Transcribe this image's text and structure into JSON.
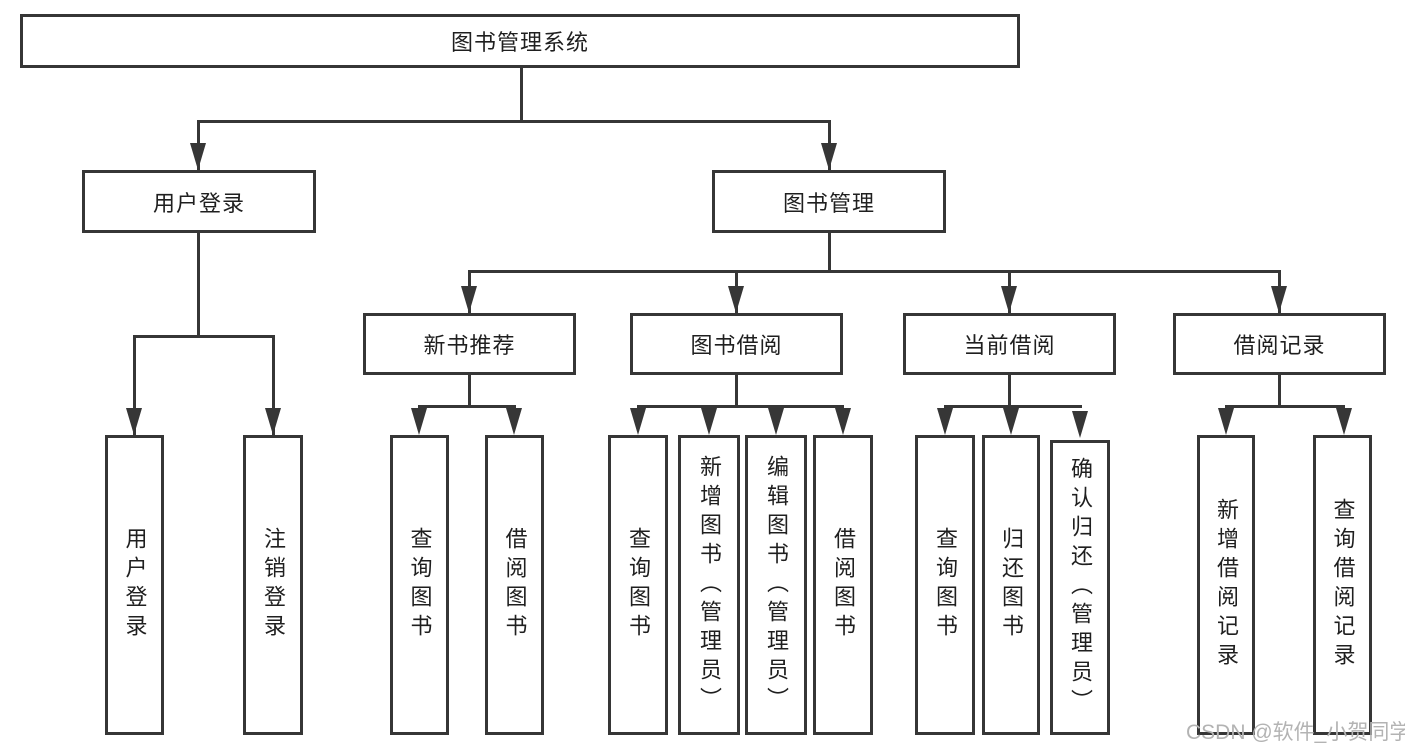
{
  "diagram": {
    "nodes": {
      "root": "图书管理系统",
      "user_login_branch": "用户登录",
      "book_mgmt_branch": "图书管理",
      "new_book_rec": "新书推荐",
      "book_borrow": "图书借阅",
      "current_borrow": "当前借阅",
      "borrow_records": "借阅记录",
      "user_login_leaf": "用户登录",
      "logout_leaf": "注销登录",
      "nb_query_books": "查询图书",
      "nb_borrow_books": "借阅图书",
      "bb_query_books": "查询图书",
      "bb_add_books": "新增图书（管理员）",
      "bb_edit_books": "编辑图书（管理员）",
      "bb_borrow_books": "借阅图书",
      "cb_query_books": "查询图书",
      "cb_return_books": "归还图书",
      "cb_confirm_return": "确认归还（管理员）",
      "br_add_record": "新增借阅记录",
      "br_query_record": "查询借阅记录"
    },
    "watermark": "CSDN @软件_小贺同学"
  },
  "colors": {
    "line_color": "#363636",
    "text_color": "#1f1f1f",
    "watermark_color": "#b3b3b3"
  }
}
